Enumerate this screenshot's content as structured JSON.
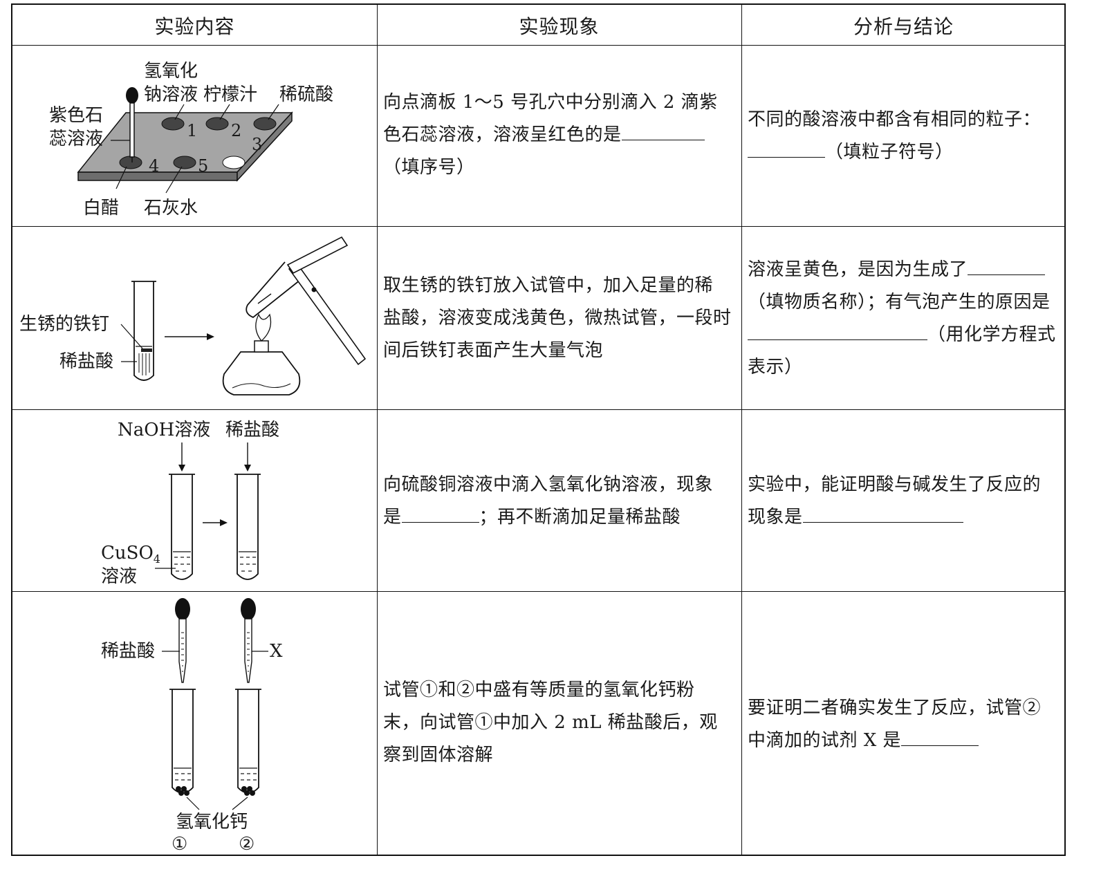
{
  "headers": [
    "实验内容",
    "实验现象",
    "分析与结论"
  ],
  "rows": [
    {
      "figure_labels": {
        "dropper_1": "氢氧化",
        "dropper_2": "钠溶液",
        "lemon": "柠檬汁",
        "acid": "稀硫酸",
        "litmus_1": "紫色石",
        "litmus_2": "蕊溶液",
        "vinegar": "白醋",
        "limewater": "石灰水",
        "n1": "1",
        "n2": "2",
        "n3": "3",
        "n4": "4",
        "n5": "5"
      },
      "phenomenon": [
        {
          "t": "text",
          "v": "向点滴板 1～5 号孔穴中分别滴入 2 滴紫"
        },
        {
          "t": "br"
        },
        {
          "t": "text",
          "v": "色石蕊溶液，溶液呈红色的是"
        },
        {
          "t": "blank",
          "w": 120
        },
        {
          "t": "br"
        },
        {
          "t": "text",
          "v": "（填序号）"
        }
      ],
      "conclusion": [
        {
          "t": "text",
          "v": "不同的酸溶液中都含有相同的粒子："
        },
        {
          "t": "br"
        },
        {
          "t": "blank",
          "w": 112
        },
        {
          "t": "text",
          "v": "（填粒子符号）"
        }
      ]
    },
    {
      "figure_labels": {
        "nail": "生锈的铁钉",
        "hcl": "稀盐酸"
      },
      "phenomenon": [
        {
          "t": "text",
          "v": "取生锈的铁钉放入试管中，加入足量的稀"
        },
        {
          "t": "br"
        },
        {
          "t": "text",
          "v": "盐酸，溶液变成浅黄色，微热试管，一段时"
        },
        {
          "t": "br"
        },
        {
          "t": "text",
          "v": "间后铁钉表面产生大量气泡"
        }
      ],
      "conclusion": [
        {
          "t": "text",
          "v": "溶液呈黄色，是因为生成了"
        },
        {
          "t": "blank",
          "w": 112
        },
        {
          "t": "br"
        },
        {
          "t": "text",
          "v": "（填物质名称）；有气泡产生的原因是"
        },
        {
          "t": "br"
        },
        {
          "t": "blank",
          "w": 260
        },
        {
          "t": "text",
          "v": "（用化学方程式"
        },
        {
          "t": "br"
        },
        {
          "t": "text",
          "v": "表示）"
        }
      ]
    },
    {
      "figure_labels": {
        "naoh": "NaOH溶液",
        "hcl": "稀盐酸",
        "cuso4": "CuSO",
        "cuso4_sub": "4",
        "solution": "溶液"
      },
      "phenomenon": [
        {
          "t": "text",
          "v": "向硫酸铜溶液中滴入氢氧化钠溶液，现象"
        },
        {
          "t": "br"
        },
        {
          "t": "text",
          "v": "是"
        },
        {
          "t": "blank",
          "w": 112
        },
        {
          "t": "text",
          "v": "；再不断滴加足量稀盐酸"
        }
      ],
      "conclusion": [
        {
          "t": "text",
          "v": "实验中，能证明酸与碱发生了反应的"
        },
        {
          "t": "br"
        },
        {
          "t": "text",
          "v": "现象是"
        },
        {
          "t": "blank",
          "w": 232
        }
      ]
    },
    {
      "figure_labels": {
        "hcl": "稀盐酸",
        "x": "X",
        "caoh": "氢氧化钙",
        "tube1": "①",
        "tube2": "②"
      },
      "phenomenon": [
        {
          "t": "text",
          "v": "试管①和②中盛有等质量的氢氧化钙粉"
        },
        {
          "t": "br"
        },
        {
          "t": "text",
          "v": "末，向试管①中加入 2 mL 稀盐酸后，观"
        },
        {
          "t": "br"
        },
        {
          "t": "text",
          "v": "察到固体溶解"
        }
      ],
      "conclusion": [
        {
          "t": "text",
          "v": "要证明二者确实发生了反应，试管②"
        },
        {
          "t": "br"
        },
        {
          "t": "text",
          "v": "中滴加的试剂 X 是"
        },
        {
          "t": "blank",
          "w": 112
        }
      ]
    }
  ]
}
